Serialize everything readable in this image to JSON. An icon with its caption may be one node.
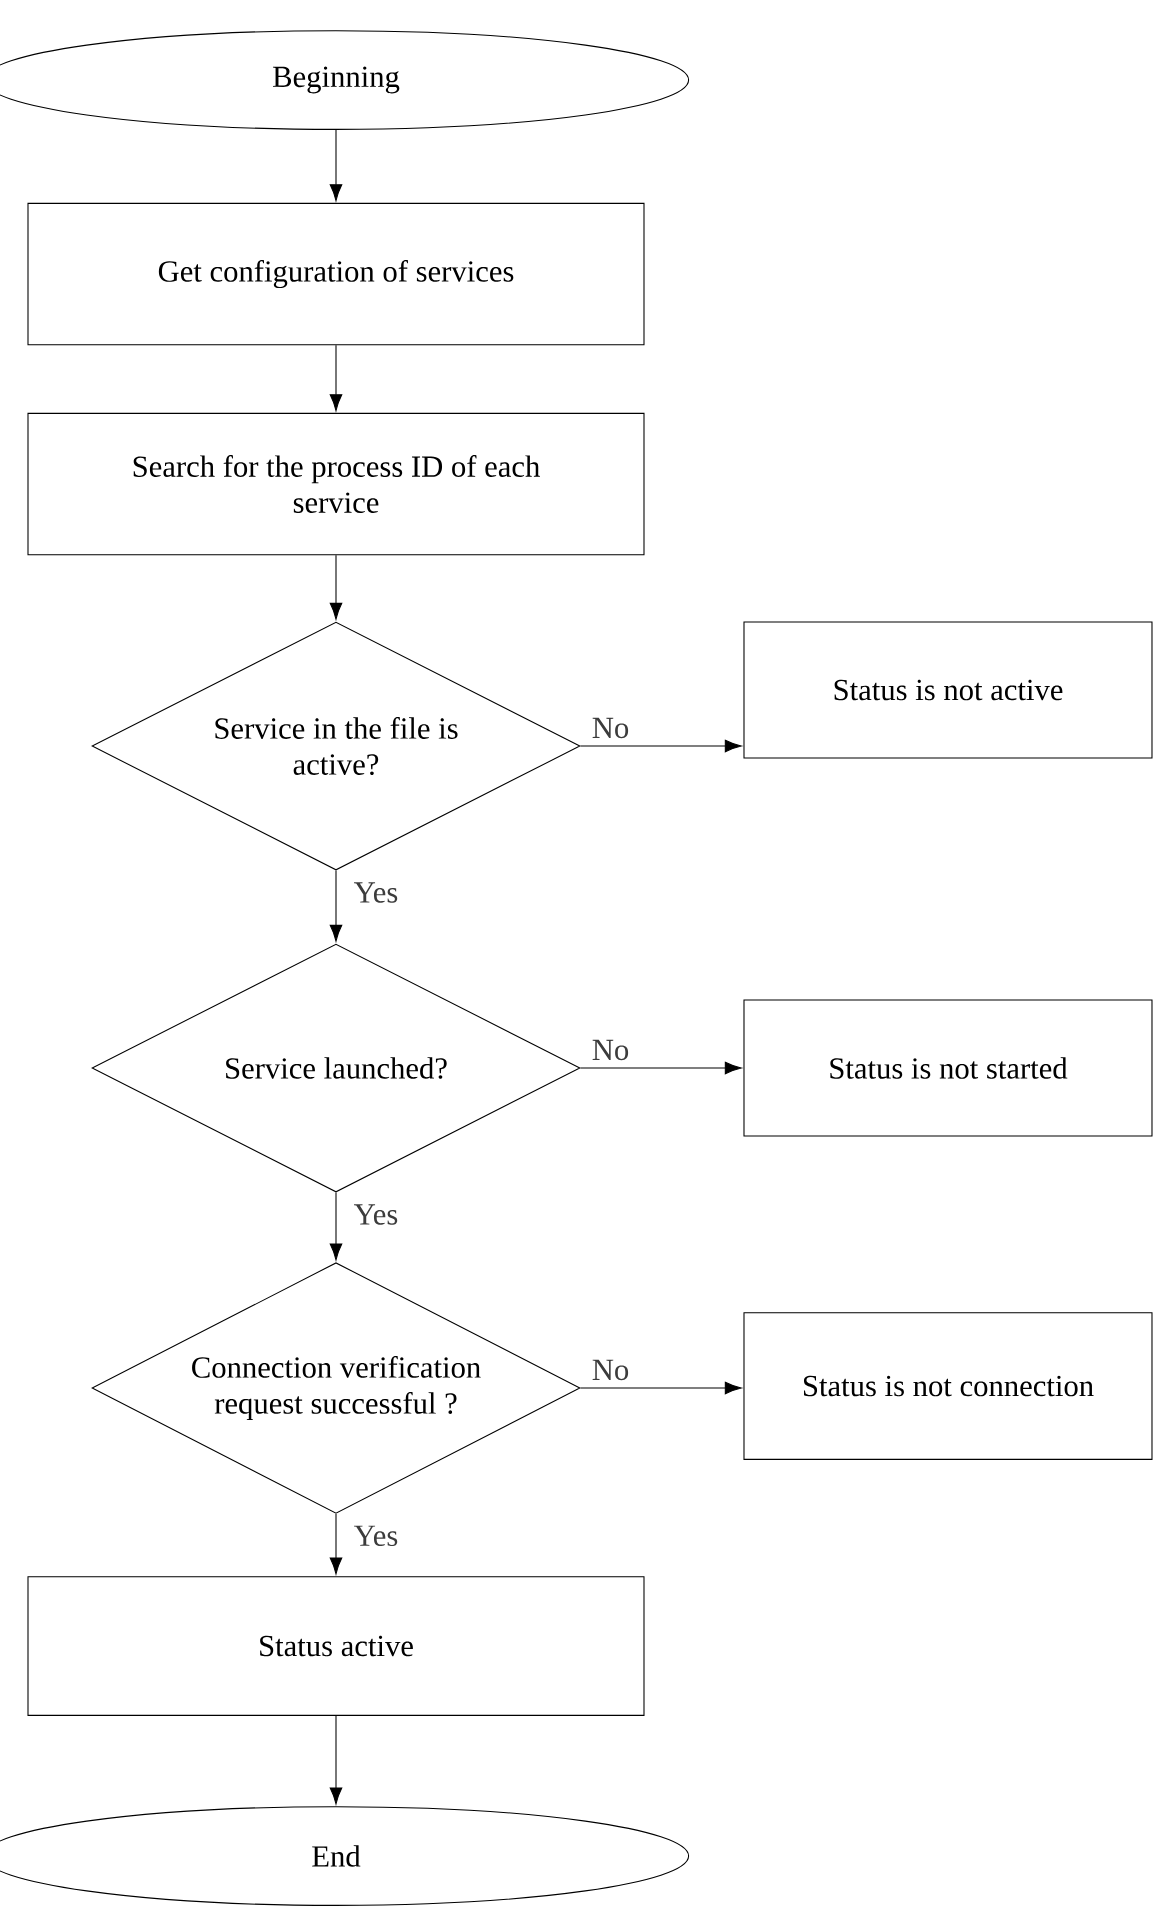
{
  "diagram": {
    "nodes": [
      {
        "text": [
          "Beginning"
        ]
      },
      {
        "text": [
          "Get configuration of services"
        ]
      },
      {
        "text": [
          "Search for the process ID of each service"
        ]
      },
      {
        "text": [
          "Service in the file is active?"
        ]
      },
      {
        "text": [
          "Status is not active"
        ]
      },
      {
        "text": [
          "Service launched?"
        ]
      },
      {
        "text": [
          "Status is not started"
        ]
      },
      {
        "text": [
          "Connection verification request successful ?"
        ]
      },
      {
        "text": [
          "Status is not connection"
        ]
      },
      {
        "text": [
          "Status active"
        ]
      },
      {
        "text": [
          "End"
        ]
      }
    ],
    "edges": [
      {
        "from": 0,
        "to": 1,
        "arrow": "to"
      },
      {
        "from": 1,
        "to": 2,
        "arrow": "to"
      },
      {
        "from": 2,
        "to": 3,
        "arrow": "to"
      },
      {
        "from": 3,
        "to": 4,
        "arrow": "to",
        "label": "No"
      },
      {
        "from": 3,
        "to": 5,
        "arrow": "to",
        "label": "Yes"
      },
      {
        "from": 5,
        "to": 6,
        "arrow": "to",
        "label": "No"
      },
      {
        "from": 5,
        "to": 7,
        "arrow": "to",
        "label": "Yes"
      },
      {
        "from": 7,
        "to": 8,
        "arrow": "to",
        "label": "No"
      },
      {
        "from": 7,
        "to": 9,
        "arrow": "to",
        "label": "Yes"
      },
      {
        "from": 9,
        "to": 10,
        "arrow": "to"
      }
    ]
  }
}
